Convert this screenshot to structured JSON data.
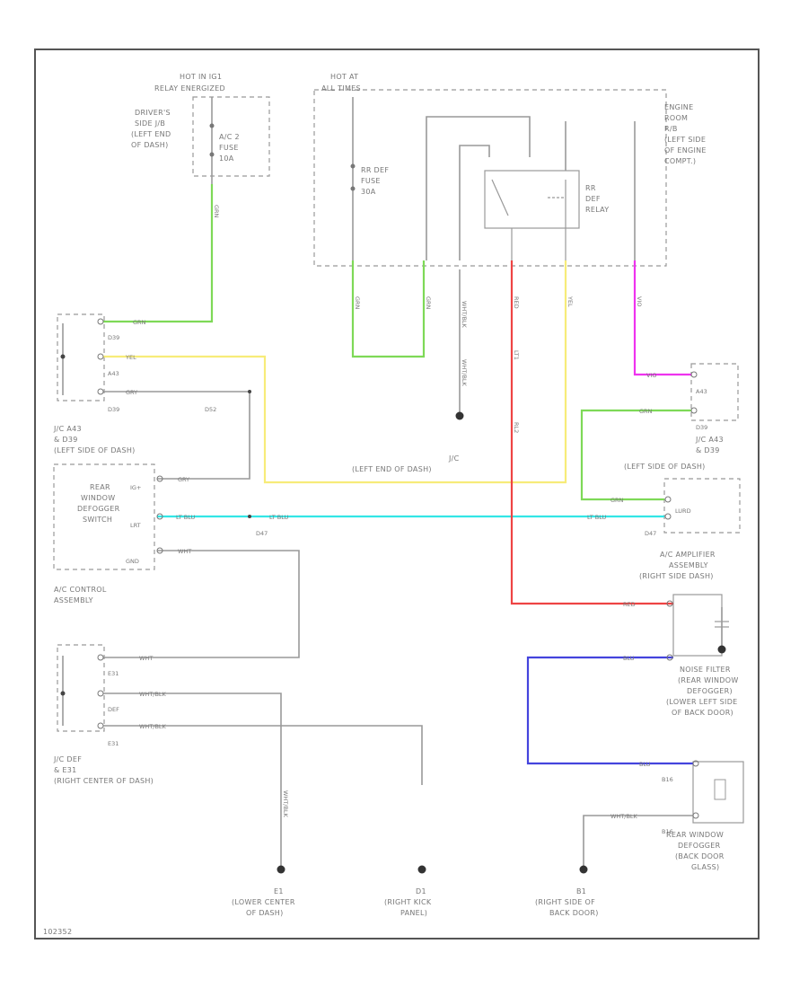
{
  "colors": {
    "green": "#7ed957",
    "yellow": "#f7ec79",
    "cyan": "#33e6e6",
    "magenta": "#ee33ee",
    "red": "#ee4444",
    "blue": "#4444dd",
    "gray": "#999999",
    "frame": "#555555"
  },
  "labels": {
    "hot_relay_1": "HOT IN IG1",
    "hot_relay_2": "RELAY ENERGIZED",
    "hot_acc": "HOT AT",
    "hot_acc_2": "ALL TIMES",
    "drivers_jb_1": "DRIVER'S",
    "drivers_jb_2": "SIDE J/B",
    "drivers_jb_3": "(LEFT END",
    "drivers_jb_4": "OF DASH)",
    "engine_room_1": "ENGINE",
    "engine_room_2": "ROOM",
    "engine_room_3": "R/B",
    "engine_room_4": "(LEFT SIDE",
    "engine_room_5": "OF ENGINE",
    "engine_room_6": "COMPT.)",
    "fuse_ac_1": "A/C 2",
    "fuse_ac_2": "FUSE",
    "fuse_ac_3": "10A",
    "fuse_rr_1": "RR DEF",
    "fuse_rr_2": "FUSE",
    "fuse_rr_3": "30A",
    "relay_1": "RR",
    "relay_2": "DEF",
    "relay_3": "RELAY",
    "jc_a43_l1": "J/C A43",
    "jc_a43_l2": "& D39",
    "jc_a43_l3": "(LEFT SIDE OF DASH)",
    "jc_a43_r1": "J/C A43",
    "jc_a43_r2": "& D39",
    "jc_a43_r3": "(LEFT SIDE OF DASH)",
    "jc_j1": "J/C",
    "jc_j2": "(LEFT END OF DASH)",
    "rear_sw_1": "REAR",
    "rear_sw_2": "WINDOW",
    "rear_sw_3": "DEFOGGER",
    "rear_sw_4": "SWITCH",
    "ac_control_1": "A/C CONTROL",
    "ac_control_2": "ASSEMBLY",
    "ac_amp_1": "A/C AMPLIFIER",
    "ac_amp_2": "ASSEMBLY",
    "ac_amp_3": "(RIGHT SIDE DASH)",
    "noise_1": "NOISE FILTER",
    "noise_2": "(REAR WINDOW",
    "noise_3": "DEFOGGER)",
    "noise_4": "(LOWER LEFT SIDE",
    "noise_5": "OF BACK DOOR)",
    "defogger_1": "REAR WINDOW",
    "defogger_2": "DEFOGGER",
    "defogger_3": "(BACK DOOR",
    "defogger_4": "GLASS)",
    "jc_def_1": "J/C DEF",
    "jc_def_2": "& E31",
    "jc_def_3": "(RIGHT CENTER OF DASH)",
    "g_e1_1": "E1",
    "g_e1_2": "(LOWER CENTER",
    "g_e1_3": "OF DASH)",
    "g_d1_1": "D1",
    "g_d1_2": "(RIGHT KICK",
    "g_d1_3": "PANEL)",
    "g_b1_1": "B1",
    "g_b1_2": "(RIGHT SIDE OF",
    "g_b1_3": "BACK DOOR)",
    "wire_grn_1": "GRN",
    "wire_grn_2": "GRN",
    "wire_grn_3": "GRN",
    "wire_grn_4": "GRN",
    "wire_grn_5": "GRN",
    "wire_grn_6": "GRN",
    "wire_yel_1": "YEL",
    "wire_yel_2": "YEL",
    "wire_gry_1": "GRY",
    "wire_gry_2": "GRY",
    "wire_ltblu_1": "LT BLU",
    "wire_ltblu_2": "LT BLU",
    "wire_ltblu_3": "LT BLU",
    "wire_wht_1": "WHT",
    "wire_wht_2": "WHT",
    "wire_whtblk_1": "WHT/BLK",
    "wire_whtblk_2": "WHT/BLK",
    "wire_whtblk_3": "WHT/BLK",
    "wire_whtblk_4": "WHT/BLK",
    "wire_whtblk_5": "WHT/BLK",
    "wire_whtblk_6": "WHT/BLK",
    "wire_red_1": "RED",
    "wire_red_2": "RED",
    "wire_blu_1": "BLU",
    "wire_blu_2": "BLU",
    "wire_vio_1": "VIO",
    "wire_vio_2": "VIO",
    "wire_lt": "LT1",
    "wire_rl": "RL2",
    "pin_d39_a": "D39",
    "pin_a43_a": "A43",
    "pin_d39_b": "D39",
    "pin_d52": "D52",
    "pin_a43_b": "A43",
    "pin_d39_c": "D39",
    "pin_d47_a": "D47",
    "pin_d47_b": "D47",
    "pin_ig": "IG+",
    "pin_lrt": "LRT",
    "pin_gnd": "GND",
    "pin_e31_a": "E31",
    "pin_def": "DEF",
    "pin_e31_b": "E31",
    "pin_lurd": "LURD",
    "pin_b16_a": "B16",
    "pin_b16_b": "B16",
    "code": "102352"
  }
}
